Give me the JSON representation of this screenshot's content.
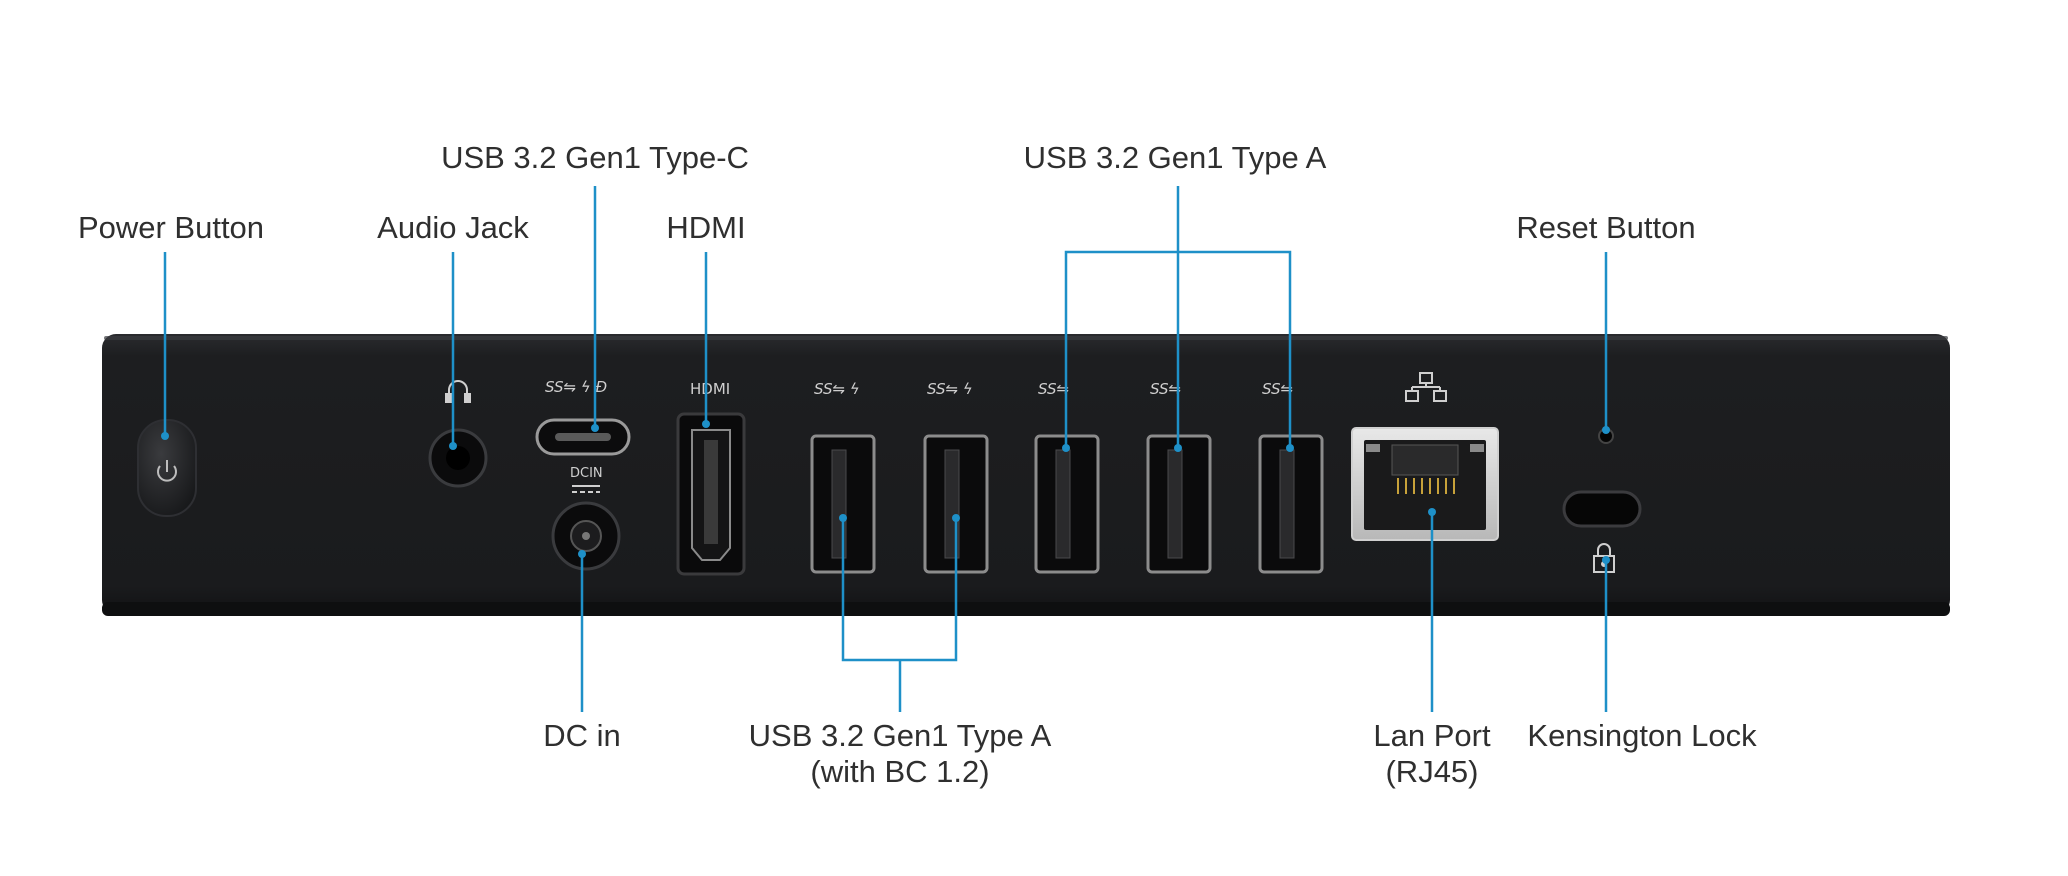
{
  "labels": {
    "usb_c": "USB 3.2 Gen1 Type-C",
    "usb_a_top": "USB 3.2 Gen1 Type A",
    "power": "Power Button",
    "audio": "Audio Jack",
    "hdmi": "HDMI",
    "reset": "Reset Button",
    "dc_in": "DC in",
    "usb_a_bottom_line1": "USB 3.2 Gen1 Type A",
    "usb_a_bottom_line2": "(with BC 1.2)",
    "lan_line1": "Lan Port",
    "lan_line2": "(RJ45)",
    "kensington": "Kensington Lock"
  },
  "silkscreen": {
    "hdmi": "HDMI",
    "dcin": "DCIN",
    "usb_ss": "SS"
  },
  "colors": {
    "callout_line": "#1e90c8",
    "device_body": "#1c1d1f",
    "background": "#ffffff",
    "label_text": "#2f2f2f"
  },
  "icons": [
    "power-icon",
    "headphone-icon",
    "usb-ss-icon",
    "network-icon",
    "lock-icon"
  ]
}
